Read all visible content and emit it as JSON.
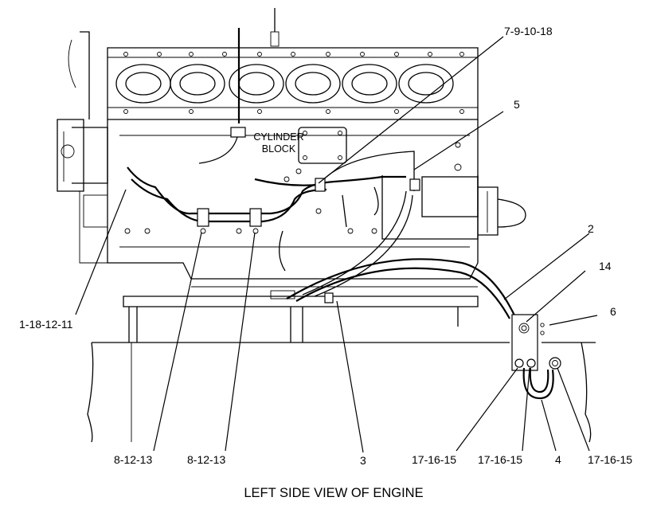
{
  "caption": "LEFT SIDE VIEW OF ENGINE",
  "block_label": [
    "CYLINDER",
    "BLOCK"
  ],
  "callouts": {
    "c_7_9_10_18": "7-9-10-18",
    "c_5": "5",
    "c_2": "2",
    "c_14": "14",
    "c_6": "6",
    "c_1_18_12_11": "1-18-12-11",
    "c_8_12_13_a": "8-12-13",
    "c_8_12_13_b": "8-12-13",
    "c_3": "3",
    "c_17_16_15_a": "17-16-15",
    "c_17_16_15_b": "17-16-15",
    "c_4": "4",
    "c_17_16_15_c": "17-16-15"
  }
}
